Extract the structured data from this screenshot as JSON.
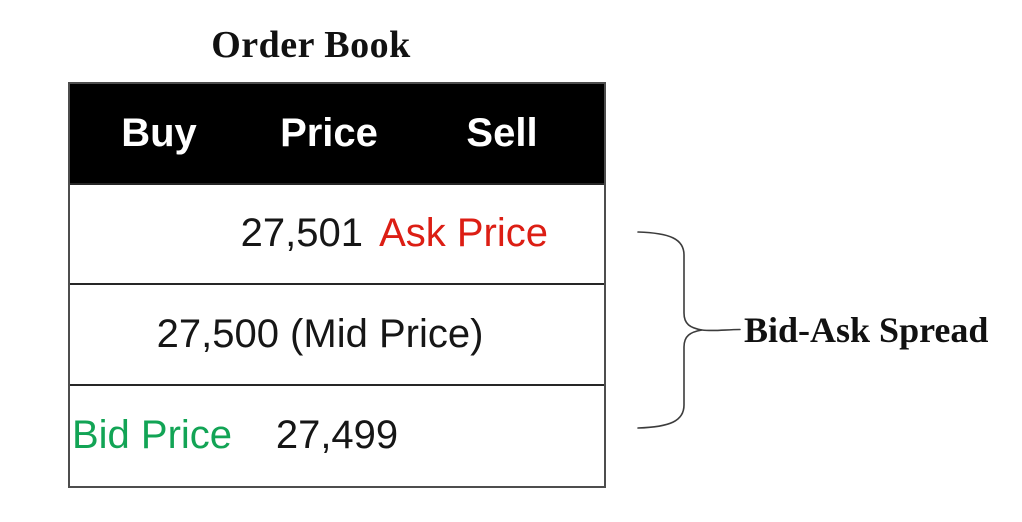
{
  "title": "Order Book",
  "table": {
    "headers": [
      "Buy",
      "Price",
      "Sell"
    ],
    "rows": [
      {
        "buy": "",
        "price": "27,501",
        "sell": "Ask Price"
      },
      {
        "mid": "27,500 (Mid Price)"
      },
      {
        "buy": "Bid Price",
        "price": "27,499",
        "sell": ""
      }
    ]
  },
  "annotation": {
    "label": "Bid-Ask Spread",
    "shape": "curly-brace-right"
  },
  "colors": {
    "ask": "#dc1e14",
    "bid": "#12a455",
    "header_bg": "#000000",
    "header_text": "#ffffff",
    "brace_stroke": "#3c3c3c"
  }
}
